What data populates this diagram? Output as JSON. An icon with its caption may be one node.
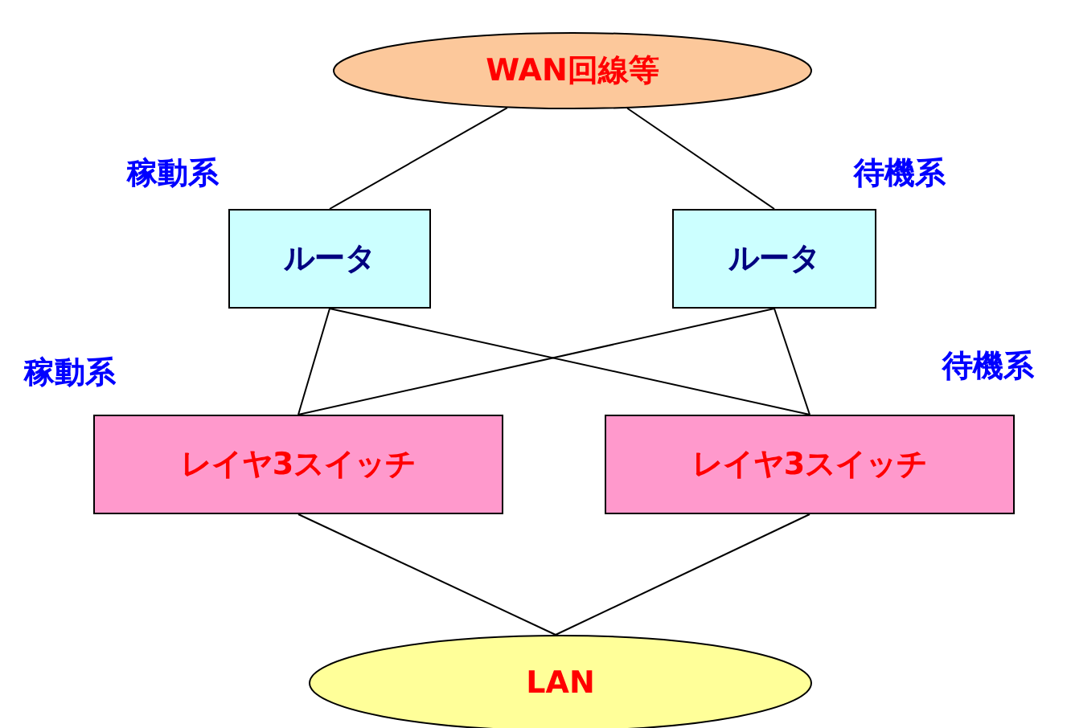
{
  "diagram": {
    "nodes": [
      {
        "text": [
          "WAN回線等"
        ]
      },
      {
        "text": [
          "ルータ"
        ],
        "beside": [
          "稼動系"
        ]
      },
      {
        "text": [
          "ルータ"
        ],
        "beside": [
          "待機系"
        ]
      },
      {
        "text": [
          "レイヤ3スイッチ"
        ],
        "beside": [
          "稼動系"
        ]
      },
      {
        "text": [
          "レイヤ3スイッチ"
        ],
        "beside": [
          "待機系"
        ]
      },
      {
        "text": [
          "LAN"
        ]
      }
    ],
    "edges": [
      {
        "from": 0,
        "to": 1,
        "arrow": "none"
      },
      {
        "from": 0,
        "to": 2,
        "arrow": "none"
      },
      {
        "from": 1,
        "to": 3,
        "arrow": "none"
      },
      {
        "from": 1,
        "to": 4,
        "arrow": "none"
      },
      {
        "from": 2,
        "to": 3,
        "arrow": "none"
      },
      {
        "from": 2,
        "to": 4,
        "arrow": "none"
      },
      {
        "from": 3,
        "to": 5,
        "arrow": "none"
      },
      {
        "from": 4,
        "to": 5,
        "arrow": "none"
      }
    ]
  }
}
